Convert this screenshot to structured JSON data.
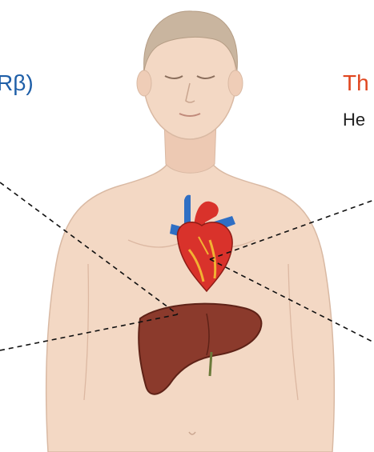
{
  "labels": {
    "left_receptor": "Rβ)",
    "right_title": "Th",
    "right_subtitle": "He"
  },
  "colors": {
    "left_label": "#1f5fa8",
    "right_title": "#e0461f",
    "right_subtitle": "#222222",
    "skin": "#f3d8c4",
    "hair": "#c9b59f",
    "liver": "#8b3a2c",
    "heart": "#d9322b",
    "vessel_blue": "#2f6fc4"
  },
  "icons": {
    "body": "human-torso-figure",
    "heart": "heart-organ-icon",
    "liver": "liver-organ-icon"
  }
}
